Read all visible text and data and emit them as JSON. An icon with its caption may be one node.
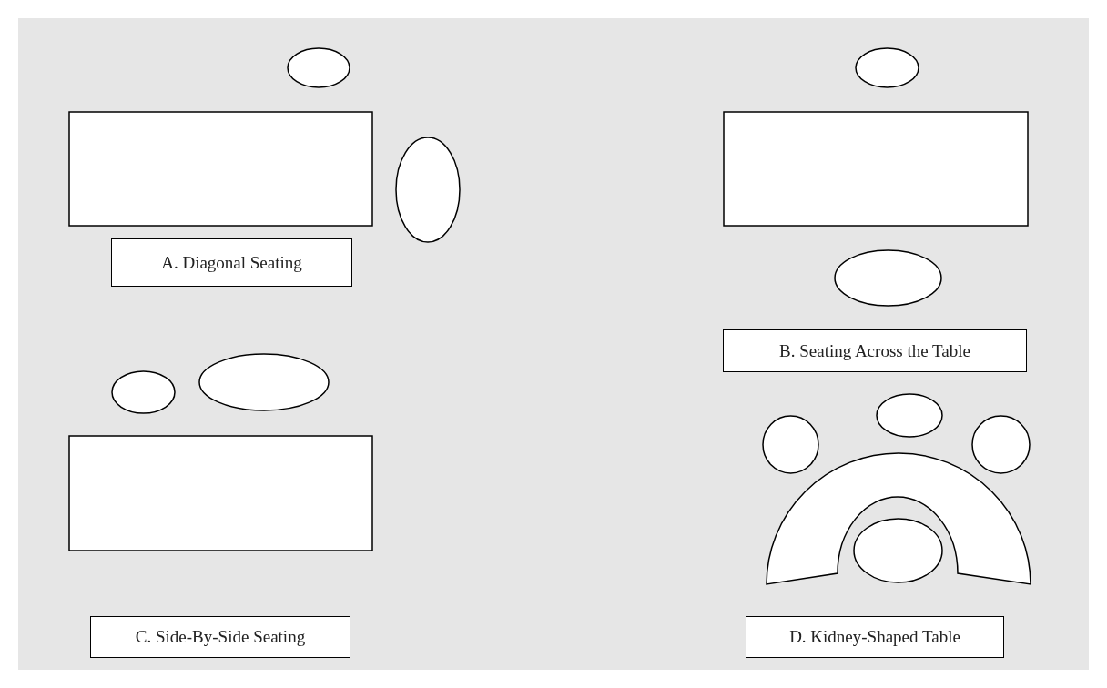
{
  "diagram": {
    "nodes": [
      {
        "text": [],
        "shape": "ellipse"
      },
      {
        "text": [],
        "shape": "box"
      },
      {
        "text": [],
        "shape": "ellipse"
      },
      {
        "text": [
          "A. Diagonal Seating"
        ]
      },
      {
        "text": [],
        "shape": "ellipse"
      },
      {
        "text": [],
        "shape": "box"
      },
      {
        "text": [],
        "shape": "ellipse"
      },
      {
        "text": [
          "B. Seating Across the Table"
        ]
      },
      {
        "text": [],
        "shape": "ellipse"
      },
      {
        "text": [],
        "shape": "ellipse"
      },
      {
        "text": [],
        "shape": "box"
      },
      {
        "text": [
          "C. Side-By-Side Seating"
        ]
      },
      {
        "text": [],
        "shape": "ellipse"
      },
      {
        "text": [],
        "shape": "ellipse"
      },
      {
        "text": [],
        "shape": "ellipse"
      },
      {
        "text": [],
        "shape": "arch"
      },
      {
        "text": [],
        "shape": "ellipse"
      },
      {
        "text": [
          "D. Kidney-Shaped Table"
        ]
      }
    ]
  }
}
